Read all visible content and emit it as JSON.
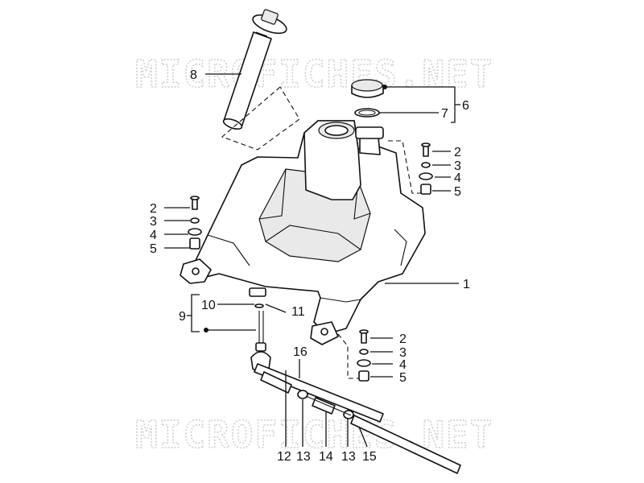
{
  "watermark": "MICROFICHES.NET",
  "callouts": {
    "c1": "1",
    "c2a": "2",
    "c3a": "3",
    "c4a": "4",
    "c5a": "5",
    "c2b": "2",
    "c3b": "3",
    "c4b": "4",
    "c5b": "5",
    "c2c": "2",
    "c3c": "3",
    "c4c": "4",
    "c5c": "5",
    "c6": "6",
    "c7": "7",
    "c8": "8",
    "c9": "9",
    "c10": "10",
    "c11": "11",
    "c12": "12",
    "c13a": "13",
    "c14": "14",
    "c13b": "13",
    "c15": "15",
    "c16": "16"
  }
}
